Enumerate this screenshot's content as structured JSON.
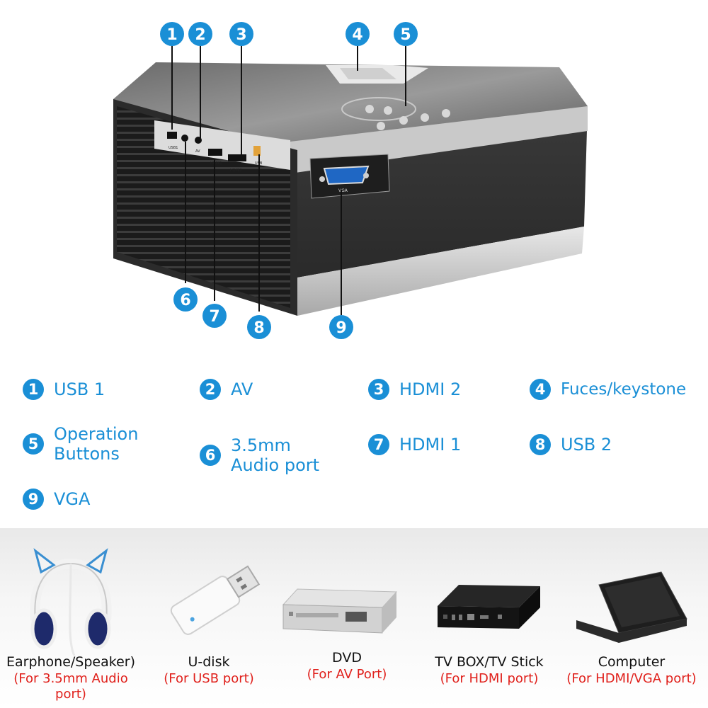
{
  "callouts": [
    {
      "num": "1"
    },
    {
      "num": "2"
    },
    {
      "num": "3"
    },
    {
      "num": "4"
    },
    {
      "num": "5"
    },
    {
      "num": "6"
    },
    {
      "num": "7"
    },
    {
      "num": "8"
    },
    {
      "num": "9"
    }
  ],
  "device_labels": {
    "usb1": "USB1",
    "av": "AV",
    "hdmi1": "HDMI1",
    "hdmi2": "HDMI2",
    "usb2": "USB",
    "vga": "VGA"
  },
  "legend": [
    {
      "num": "1",
      "label": "USB 1"
    },
    {
      "num": "2",
      "label": "AV"
    },
    {
      "num": "3",
      "label": "HDMI 2"
    },
    {
      "num": "4",
      "label": "Fuces/keystone"
    },
    {
      "num": "5",
      "label": "Operation\nButtons"
    },
    {
      "num": "6",
      "label": "3.5mm\nAudio port"
    },
    {
      "num": "7",
      "label": "HDMI 1"
    },
    {
      "num": "8",
      "label": "USB 2"
    },
    {
      "num": "9",
      "label": "VGA"
    }
  ],
  "devices": [
    {
      "name": "Earphone/Speaker)",
      "port": "(For 3.5mm Audio\nport)",
      "icon": "headphones-icon"
    },
    {
      "name": "U-disk",
      "port": "(For USB port)",
      "icon": "usb-drive-icon"
    },
    {
      "name": "DVD",
      "port": "(For AV Port)",
      "icon": "dvd-player-icon"
    },
    {
      "name": "TV BOX/TV Stick",
      "port": "(For HDMI port)",
      "icon": "tv-box-icon"
    },
    {
      "name": "Computer",
      "port": "(For HDMI/VGA port)",
      "icon": "laptop-icon"
    }
  ],
  "colors": {
    "accent": "#1a8fd6",
    "port_text": "#e0201b"
  }
}
